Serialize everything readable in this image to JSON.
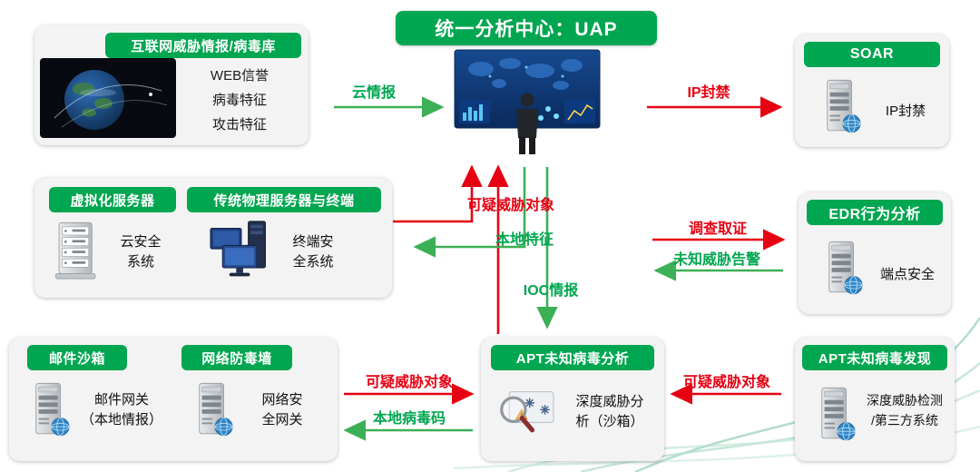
{
  "banner": {
    "title": "统一分析中心：UAP"
  },
  "boxes": {
    "threat_intel": {
      "header": "互联网威胁情报/病毒库",
      "items": [
        "WEB信誉",
        "病毒特征",
        "攻击特征"
      ]
    },
    "soar": {
      "header": "SOAR",
      "caption": "IP封禁"
    },
    "virtual_server": {
      "header": "虚拟化服务器",
      "caption": "云安全\n系统"
    },
    "physical_server": {
      "header": "传统物理服务器与终端",
      "caption": "终端安\n全系统"
    },
    "edr": {
      "header": "EDR行为分析",
      "caption": "端点安全"
    },
    "mail_sandbox": {
      "header": "邮件沙箱",
      "caption": "邮件网关\n（本地情报）"
    },
    "net_firewall": {
      "header": "网络防毒墙",
      "caption": "网络安\n全网关"
    },
    "apt_analysis": {
      "header": "APT未知病毒分析",
      "caption": "深度威胁分\n析（沙箱）"
    },
    "apt_discovery": {
      "header": "APT未知病毒发现",
      "caption": "深度威胁检测\n/第三方系统"
    }
  },
  "flows": {
    "cloud_intel": {
      "label": "云情报",
      "color": "green"
    },
    "ip_ban": {
      "label": "IP封禁",
      "color": "red"
    },
    "suspicious_center": {
      "label": "可疑威胁对象",
      "color": "red"
    },
    "local_features": {
      "label": "本地特征",
      "color": "green"
    },
    "ioc_intel": {
      "label": "IOC情报",
      "color": "green"
    },
    "forensics": {
      "label": "调查取证",
      "color": "red"
    },
    "unknown_threat_alert": {
      "label": "未知威胁告警",
      "color": "green"
    },
    "suspicious_mail": {
      "label": "可疑威胁对象",
      "color": "red"
    },
    "local_virus_code": {
      "label": "本地病毒码",
      "color": "green"
    },
    "suspicious_apt": {
      "label": "可疑威胁对象",
      "color": "red"
    }
  },
  "colors": {
    "green": "#00A650",
    "arrow_green": "#3CB054",
    "red": "#E60012"
  }
}
